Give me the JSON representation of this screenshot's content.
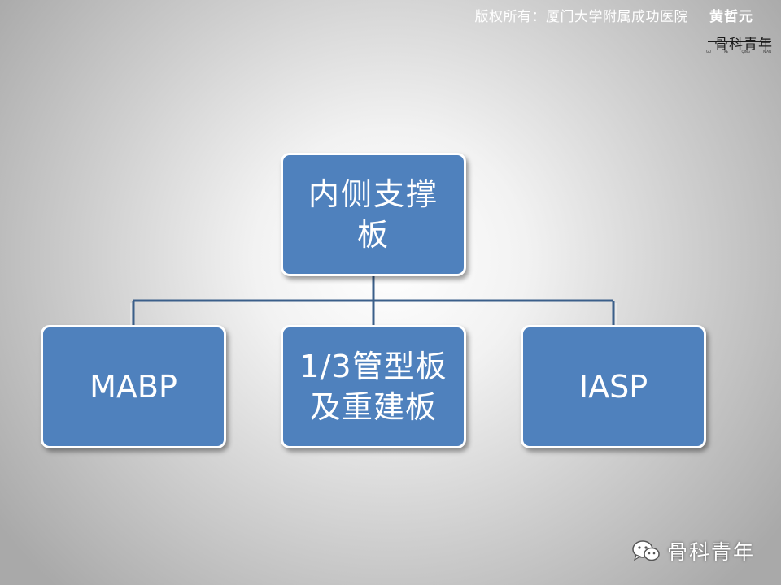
{
  "header": {
    "copyright": "版权所有：厦门大学附属成功医院",
    "author": "黄哲元",
    "logo_text": "骨科青年",
    "logo_pinyin": [
      "GU",
      "KE",
      "QING",
      "NIAN"
    ]
  },
  "diagram": {
    "root": {
      "label_line1": "内侧支撑",
      "label_line2": "板"
    },
    "children": [
      {
        "label_line1": "MABP",
        "label_line2": ""
      },
      {
        "label_line1": "1/3管型板",
        "label_line2": "及重建板"
      },
      {
        "label_line1": "IASP",
        "label_line2": ""
      }
    ]
  },
  "watermark": {
    "text": "骨科青年",
    "icon": "wechat-icon"
  },
  "colors": {
    "box_fill": "#4f81bd",
    "box_border": "#ffffff",
    "connector": "#3b5f8a",
    "text": "#ffffff"
  }
}
